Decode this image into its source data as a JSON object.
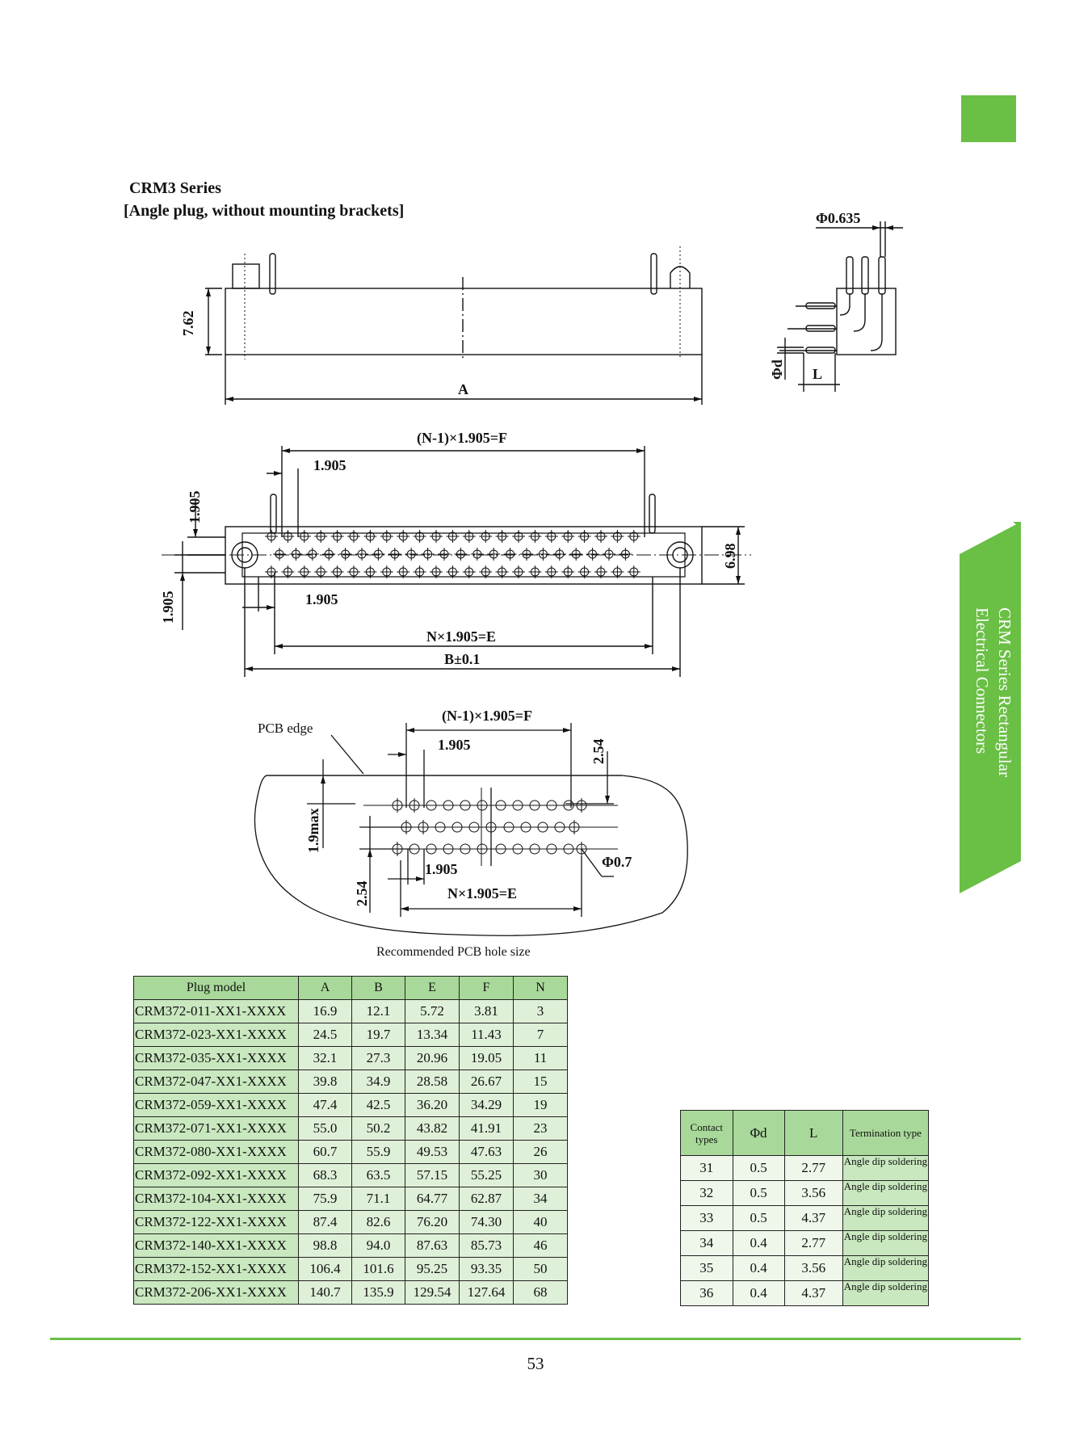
{
  "header": {
    "series_title": "CRM3 Series",
    "subtitle": "[Angle plug, without mounting brackets]"
  },
  "side_tab": {
    "line1": "CRM Series Rectangular",
    "line2": "Electrical Connectors"
  },
  "drawing_labels": {
    "phi_0635": "Φ0.635",
    "dim_762": "7.62",
    "dim_a": "A",
    "phi_d": "Φd",
    "dim_l": "L",
    "f_formula": "(N-1)×1.905=F",
    "pitch": "1.905",
    "dim_698": "6.98",
    "e_formula": "N×1.905=E",
    "b_tol": "B±0.1",
    "pcb_edge": "PCB edge",
    "dim_254": "2.54",
    "dim_19max": "1.9max",
    "phi_07": "Φ0.7",
    "pcb_caption": "Recommended PCB hole size"
  },
  "plug_table": {
    "headers": [
      "Plug model",
      "A",
      "B",
      "E",
      "F",
      "N"
    ],
    "rows": [
      [
        "CRM372-011-XX1-XXXX",
        "16.9",
        "12.1",
        "5.72",
        "3.81",
        "3"
      ],
      [
        "CRM372-023-XX1-XXXX",
        "24.5",
        "19.7",
        "13.34",
        "11.43",
        "7"
      ],
      [
        "CRM372-035-XX1-XXXX",
        "32.1",
        "27.3",
        "20.96",
        "19.05",
        "11"
      ],
      [
        "CRM372-047-XX1-XXXX",
        "39.8",
        "34.9",
        "28.58",
        "26.67",
        "15"
      ],
      [
        "CRM372-059-XX1-XXXX",
        "47.4",
        "42.5",
        "36.20",
        "34.29",
        "19"
      ],
      [
        "CRM372-071-XX1-XXXX",
        "55.0",
        "50.2",
        "43.82",
        "41.91",
        "23"
      ],
      [
        "CRM372-080-XX1-XXXX",
        "60.7",
        "55.9",
        "49.53",
        "47.63",
        "26"
      ],
      [
        "CRM372-092-XX1-XXXX",
        "68.3",
        "63.5",
        "57.15",
        "55.25",
        "30"
      ],
      [
        "CRM372-104-XX1-XXXX",
        "75.9",
        "71.1",
        "64.77",
        "62.87",
        "34"
      ],
      [
        "CRM372-122-XX1-XXXX",
        "87.4",
        "82.6",
        "76.20",
        "74.30",
        "40"
      ],
      [
        "CRM372-140-XX1-XXXX",
        "98.8",
        "94.0",
        "87.63",
        "85.73",
        "46"
      ],
      [
        "CRM372-152-XX1-XXXX",
        "106.4",
        "101.6",
        "95.25",
        "93.35",
        "50"
      ],
      [
        "CRM372-206-XX1-XXXX",
        "140.7",
        "135.9",
        "129.54",
        "127.64",
        "68"
      ]
    ]
  },
  "contact_table": {
    "headers": [
      "Contact types",
      "Φd",
      "L",
      "Termination type"
    ],
    "rows": [
      [
        "31",
        "0.5",
        "2.77",
        "Angle dip soldering"
      ],
      [
        "32",
        "0.5",
        "3.56",
        "Angle dip soldering"
      ],
      [
        "33",
        "0.5",
        "4.37",
        "Angle dip soldering"
      ],
      [
        "34",
        "0.4",
        "2.77",
        "Angle dip soldering"
      ],
      [
        "35",
        "0.4",
        "3.56",
        "Angle dip soldering"
      ],
      [
        "36",
        "0.4",
        "4.37",
        "Angle dip soldering"
      ]
    ]
  },
  "footer": {
    "page_number": "53"
  },
  "colors": {
    "accent": "#6abf45",
    "table_header": "#a9d99a",
    "table_cell": "#c9e8bf"
  }
}
